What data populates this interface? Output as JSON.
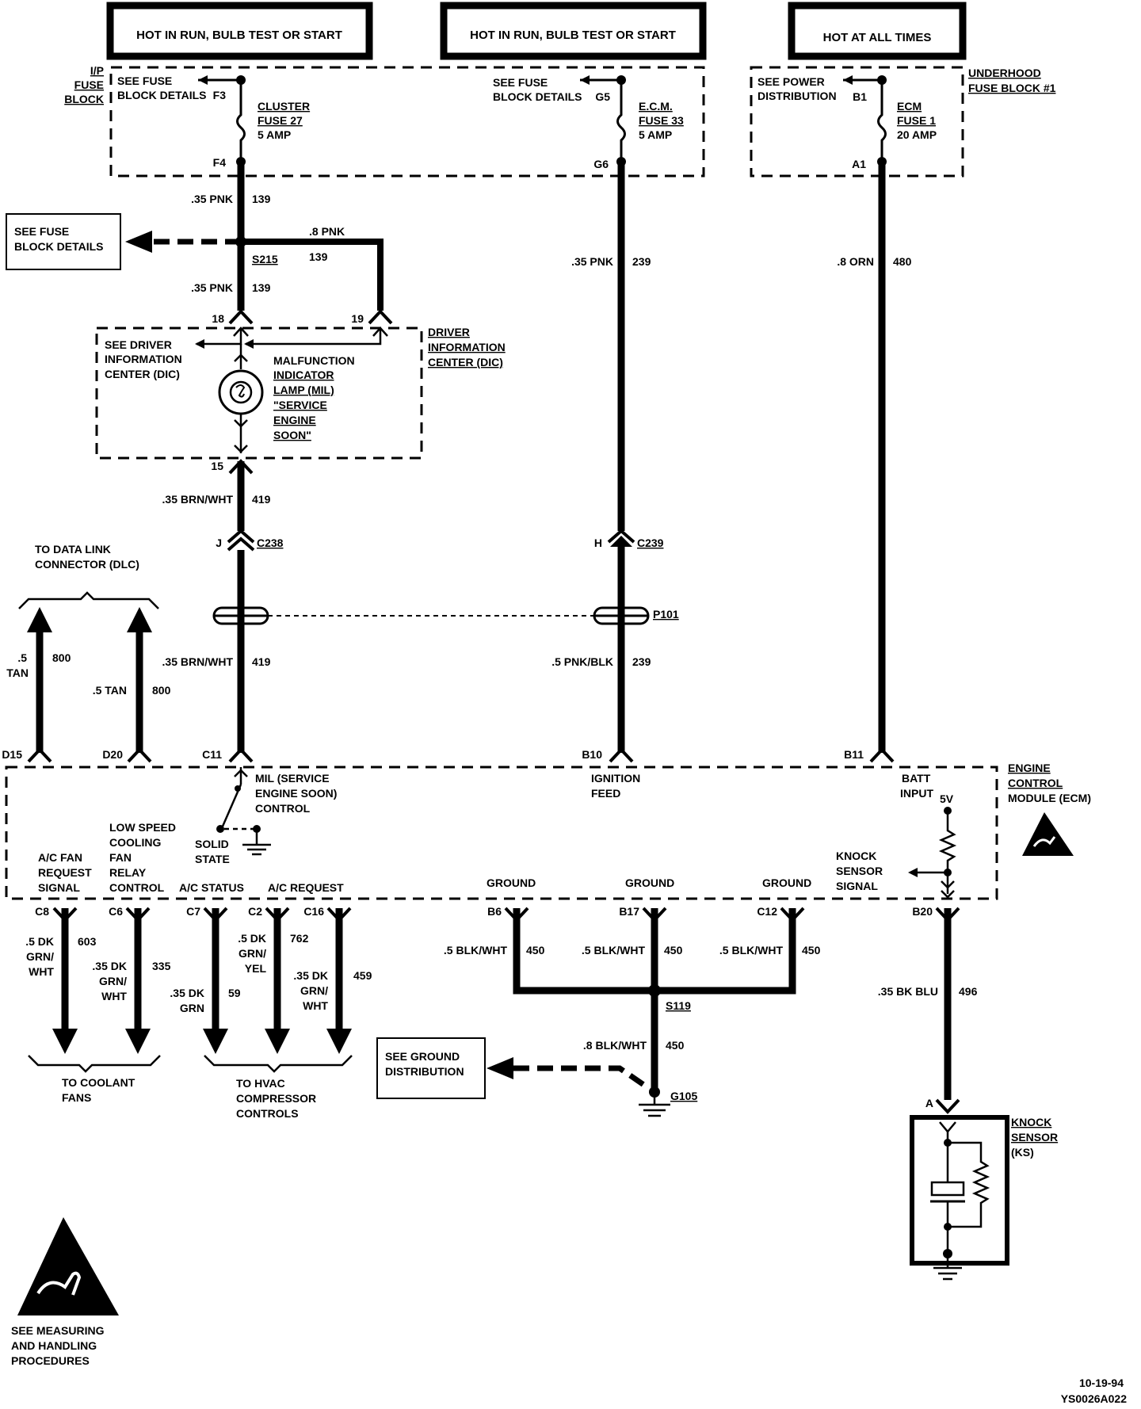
{
  "banners": {
    "left": "HOT IN RUN, BULB TEST OR START",
    "middle": "HOT IN RUN, BULB TEST OR START",
    "right": "HOT AT ALL TIMES"
  },
  "fuse_blocks": {
    "ip": {
      "name": [
        "I/P",
        "FUSE",
        "BLOCK"
      ],
      "see": [
        "SEE FUSE",
        "BLOCK DETAILS"
      ],
      "in_pin": "F3",
      "out_pin": "F4",
      "fuse": [
        "CLUSTER",
        "FUSE 27",
        "5 AMP"
      ]
    },
    "middle": {
      "see": [
        "SEE FUSE",
        "BLOCK DETAILS"
      ],
      "in_pin": "G5",
      "out_pin": "G6",
      "fuse": [
        "E.C.M.",
        "FUSE 33",
        "5 AMP"
      ]
    },
    "underhood": {
      "name": [
        "UNDERHOOD",
        "FUSE BLOCK #1"
      ],
      "see": [
        "SEE POWER",
        "DISTRIBUTION"
      ],
      "in_pin": "B1",
      "out_pin": "A1",
      "fuse": [
        "ECM",
        "FUSE 1",
        "20 AMP"
      ]
    }
  },
  "see_fuse_box": [
    "SEE FUSE",
    "BLOCK DETAILS"
  ],
  "splices": {
    "s215": "S215",
    "s119": "S119"
  },
  "wires": {
    "w139a": {
      "gauge": ".35 PNK",
      "circuit": "139"
    },
    "w139b": {
      "gauge": ".8 PNK",
      "circuit": "139"
    },
    "w139c": {
      "gauge": ".35 PNK",
      "circuit": "139"
    },
    "w239a": {
      "gauge": ".35 PNK",
      "circuit": "239"
    },
    "w480": {
      "gauge": ".8 ORN",
      "circuit": "480"
    },
    "w419a": {
      "gauge": ".35 BRN/WHT",
      "circuit": "419"
    },
    "w419b": {
      "gauge": ".35 BRN/WHT",
      "circuit": "419"
    },
    "w239b": {
      "gauge": ".5 PNK/BLK",
      "circuit": "239"
    },
    "w800a": {
      "gauge": [
        ".5",
        "TAN"
      ],
      "circuit": "800"
    },
    "w800b": {
      "gauge": ".5 TAN",
      "circuit": "800"
    },
    "w603": {
      "gauge": [
        ".5 DK",
        "GRN/",
        "WHT"
      ],
      "circuit": "603"
    },
    "w335": {
      "gauge": [
        ".35 DK",
        "GRN/",
        "WHT"
      ],
      "circuit": "335"
    },
    "w59": {
      "gauge": [
        ".35 DK",
        "GRN"
      ],
      "circuit": "59"
    },
    "w762": {
      "gauge": [
        ".5 DK",
        "GRN/",
        "YEL"
      ],
      "circuit": "762"
    },
    "w459": {
      "gauge": [
        ".35 DK",
        "GRN/",
        "WHT"
      ],
      "circuit": "459"
    },
    "w450a": {
      "gauge": ".5 BLK/WHT",
      "circuit": "450"
    },
    "w450b": {
      "gauge": ".5 BLK/WHT",
      "circuit": "450"
    },
    "w450c": {
      "gauge": ".5 BLK/WHT",
      "circuit": "450"
    },
    "w450d": {
      "gauge": ".8 BLK/WHT",
      "circuit": "450"
    },
    "w496": {
      "gauge": ".35 BK BLU",
      "circuit": "496"
    }
  },
  "dic": {
    "see": [
      "SEE DRIVER",
      "INFORMATION",
      "CENTER (DIC)"
    ],
    "name": [
      "DRIVER",
      "INFORMATION",
      "CENTER (DIC)"
    ],
    "pins": {
      "p18": "18",
      "p19": "19",
      "p15": "15"
    },
    "lamp": [
      "MALFUNCTION",
      "INDICATOR",
      "LAMP (MIL)",
      "\"SERVICE",
      "ENGINE",
      "SOON\""
    ]
  },
  "connectors": {
    "c238": "C238",
    "c238_pin": "J",
    "c239": "C239",
    "c239_pin": "H",
    "p101": "P101"
  },
  "dlc": [
    "TO DATA LINK",
    "CONNECTOR (DLC)"
  ],
  "ecm": {
    "name": [
      "ENGINE",
      "CONTROL",
      "MODULE (ECM)"
    ],
    "top_pins": {
      "d15": "D15",
      "d20": "D20",
      "c11": "C11",
      "b10": "B10",
      "b11": "B11"
    },
    "mil_control": [
      "MIL (SERVICE",
      "ENGINE SOON)",
      "CONTROL"
    ],
    "ignition_feed": [
      "IGNITION",
      "FEED"
    ],
    "batt_input": [
      "BATT",
      "INPUT"
    ],
    "five_v": "5V",
    "solid_state": [
      "SOLID",
      "STATE"
    ],
    "low_speed": [
      "LOW SPEED",
      "COOLING",
      "FAN",
      "RELAY",
      "CONTROL"
    ],
    "ac_fan": [
      "A/C FAN",
      "REQUEST",
      "SIGNAL"
    ],
    "ac_status": "A/C STATUS",
    "ac_request": "A/C REQUEST",
    "knock_signal": [
      "KNOCK",
      "SENSOR",
      "SIGNAL"
    ],
    "ground": "GROUND",
    "bottom_pins": {
      "c8a": "C8",
      "c6": "C6",
      "c7": "C7",
      "c2": "C2",
      "c16": "C16",
      "b6": "B6",
      "b17": "B17",
      "c12": "C12",
      "b20": "B20"
    }
  },
  "bottom": {
    "coolant": [
      "TO COOLANT",
      "FANS"
    ],
    "hvac": [
      "TO HVAC",
      "COMPRESSOR",
      "CONTROLS"
    ],
    "see_ground": [
      "SEE GROUND",
      "DISTRIBUTION"
    ],
    "g105": "G105",
    "knock_sensor": [
      "KNOCK",
      "SENSOR",
      "(KS)"
    ],
    "ks_pin": "A"
  },
  "esd": [
    "SEE MEASURING",
    "AND HANDLING",
    "PROCEDURES"
  ],
  "footer": {
    "date": "10-19-94",
    "code": "YS0026A022"
  }
}
